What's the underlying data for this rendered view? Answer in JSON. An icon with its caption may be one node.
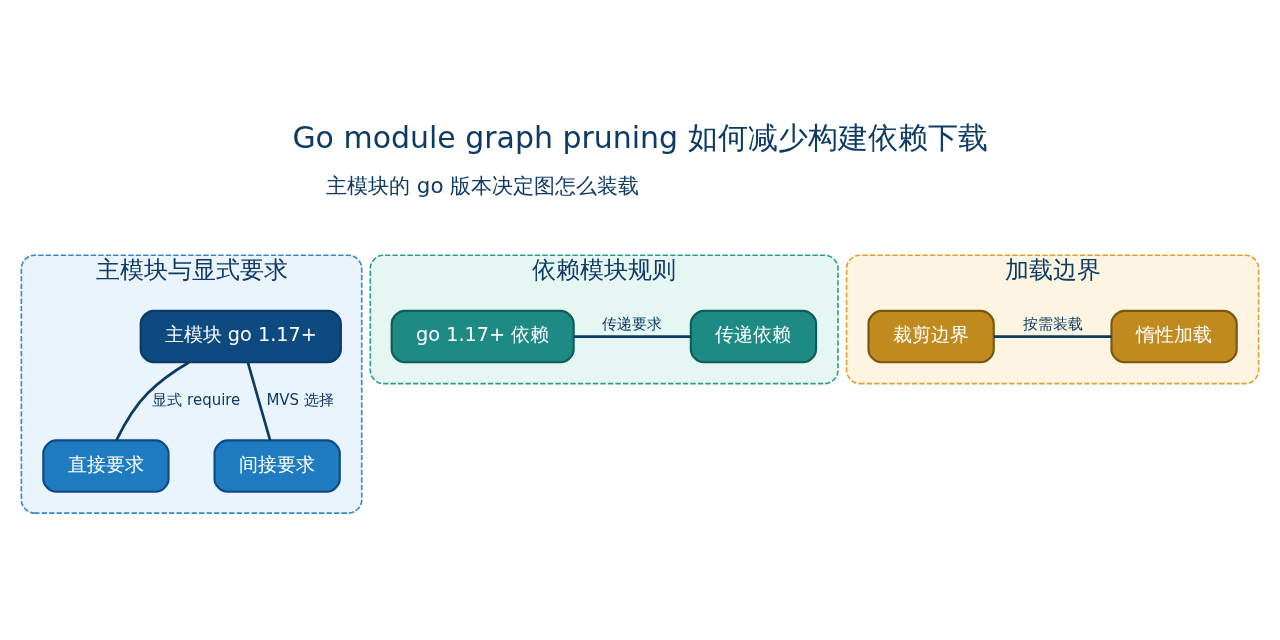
{
  "diagram": {
    "title": "Go module graph pruning 如何减少构建依赖下载",
    "nodes": [
      {
        "text": [
          "主模块与显式要求"
        ]
      },
      {
        "text": [
          "主模块 go 1.17+"
        ],
        "in": 0
      },
      {
        "text": [
          "直接要求"
        ],
        "in": 0
      },
      {
        "text": [
          "间接要求"
        ],
        "in": 0
      },
      {
        "text": [
          "依赖模块规则"
        ]
      },
      {
        "text": [
          "go 1.17+ 依赖"
        ],
        "in": 4
      },
      {
        "text": [
          "传递依赖"
        ],
        "in": 4
      },
      {
        "text": [
          "加载边界"
        ]
      },
      {
        "text": [
          "裁剪边界"
        ],
        "in": 7
      },
      {
        "text": [
          "惰性加载"
        ],
        "in": 7
      }
    ],
    "edges": [
      {
        "from": 1,
        "to": 2,
        "arrow": "none",
        "label": "显式 require"
      },
      {
        "from": 1,
        "to": 3,
        "arrow": "none",
        "label": "MVS 选择"
      },
      {
        "from": 5,
        "to": 6,
        "arrow": "none",
        "label": "传递要求"
      },
      {
        "from": 8,
        "to": 9,
        "arrow": "none",
        "label": "按需装载"
      }
    ],
    "labels": [
      "主模块的 go 版本决定图怎么装载"
    ]
  }
}
